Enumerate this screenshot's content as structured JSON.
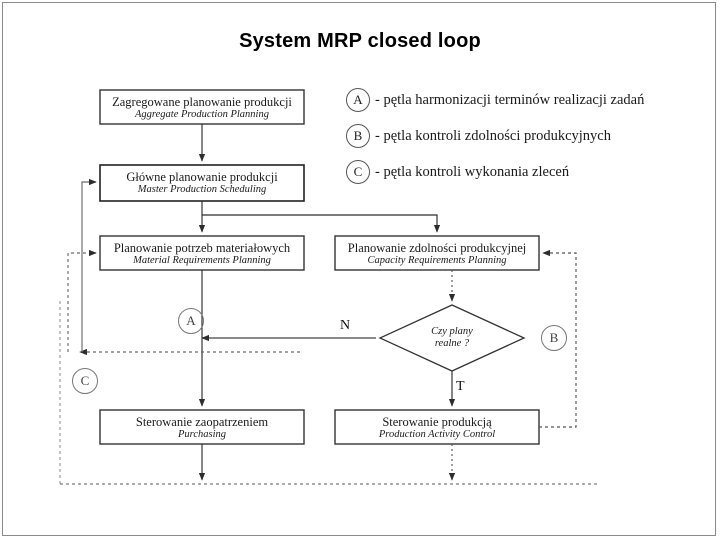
{
  "slide": {
    "title": "System MRP closed loop"
  },
  "legend": {
    "items": [
      {
        "key": "A",
        "icon": "circle-letter-a-icon",
        "text": "- pętla harmonizacji terminów realizacji zadań"
      },
      {
        "key": "B",
        "icon": "circle-letter-b-icon",
        "text": "- pętla kontroli zdolności produkcyjnych"
      },
      {
        "key": "C",
        "icon": "circle-letter-c-icon",
        "text": "- pętla kontroli wykonania zleceń"
      }
    ]
  },
  "diagram": {
    "type": "flowchart",
    "nodes": [
      {
        "id": "app",
        "shape": "rect",
        "pl": "Zagregowane planowanie produkcji",
        "en": "Aggregate Production Planning"
      },
      {
        "id": "mps",
        "shape": "rect",
        "pl": "Główne planowanie produkcji",
        "en": "Master Production Scheduling"
      },
      {
        "id": "mrp",
        "shape": "rect",
        "pl": "Planowanie potrzeb materiałowych",
        "en": "Material Requirements Planning"
      },
      {
        "id": "crp",
        "shape": "rect",
        "pl": "Planowanie zdolności produkcyjnej",
        "en": "Capacity Requirements Planning"
      },
      {
        "id": "dec",
        "shape": "diamond",
        "pl": "Czy plany",
        "en": "realne ?"
      },
      {
        "id": "pur",
        "shape": "rect",
        "pl": "Sterowanie zaopatrzeniem",
        "en": "Purchasing"
      },
      {
        "id": "pac",
        "shape": "rect",
        "pl": "Sterowanie produkcją",
        "en": "Production Activity Control"
      }
    ],
    "branch_labels": {
      "no": "N",
      "yes": "T"
    },
    "loop_markers": [
      {
        "key": "A",
        "icon": "circle-letter-a-icon"
      },
      {
        "key": "B",
        "icon": "circle-letter-b-icon"
      },
      {
        "key": "C",
        "icon": "circle-letter-c-icon"
      }
    ]
  },
  "colors": {
    "background": "#ffffff",
    "ink": "#1a1a1a",
    "line": "#3a3a3a",
    "frame": "#8a8a8a"
  }
}
